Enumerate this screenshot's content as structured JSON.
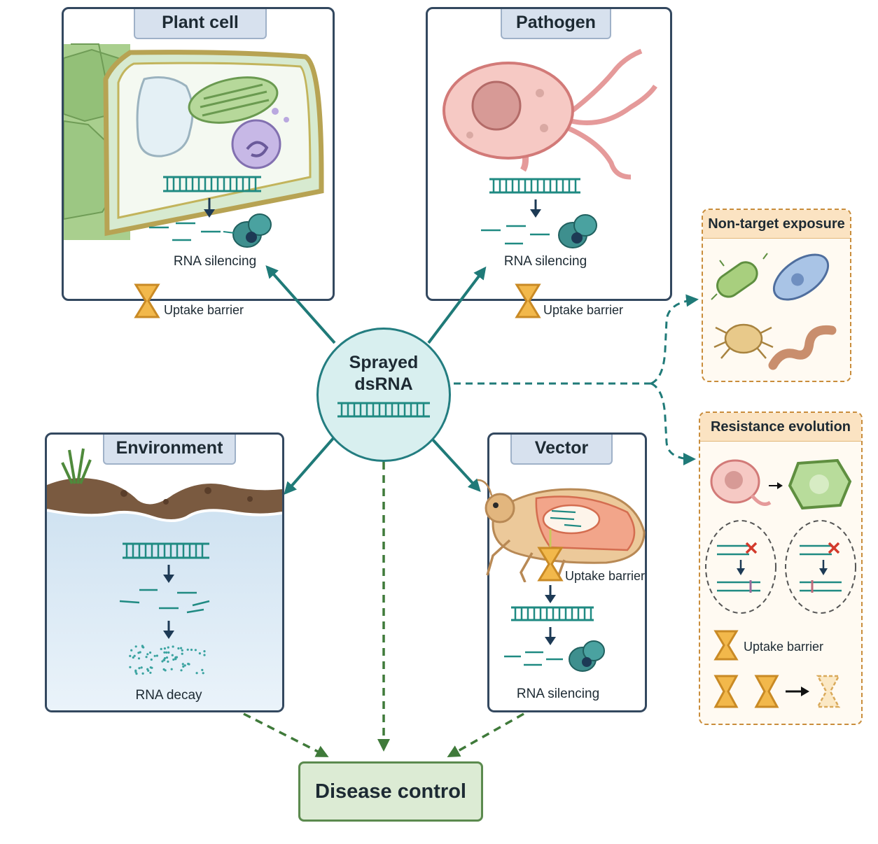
{
  "center": {
    "line1": "Sprayed",
    "line2": "dsRNA"
  },
  "panels": {
    "plant_cell": {
      "title": "Plant cell",
      "caption": "RNA silencing",
      "barrier": "Uptake barrier"
    },
    "pathogen": {
      "title": "Pathogen",
      "caption": "RNA silencing",
      "barrier": "Uptake barrier"
    },
    "environment": {
      "title": "Environment",
      "caption": "RNA decay"
    },
    "vector": {
      "title": "Vector",
      "barrier": "Uptake barrier",
      "caption": "RNA silencing"
    },
    "non_target": {
      "title": "Non-target exposure"
    },
    "resistance": {
      "title": "Resistance evolution",
      "barrier": "Uptake barrier"
    }
  },
  "outcome": {
    "label": "Disease control"
  },
  "colors": {
    "dsrna": "#1f8a82",
    "panel_border": "#33485f",
    "tab_fill": "#d7e1ee",
    "arrow_solid": "#1f7a78",
    "arrow_dashed_green": "#3f7a3a",
    "arrow_dashed_teal": "#1f7a78",
    "barrier": "#e8a93a",
    "dashed_box": "#c98d3c"
  },
  "icons": [
    "dsrna-ladder",
    "dicer-enzyme",
    "hourglass-barrier",
    "plant-cell",
    "pathogen-cell",
    "insect-vector",
    "soil-water",
    "bacterium",
    "protozoan",
    "mite",
    "earthworm",
    "mutation-x"
  ]
}
